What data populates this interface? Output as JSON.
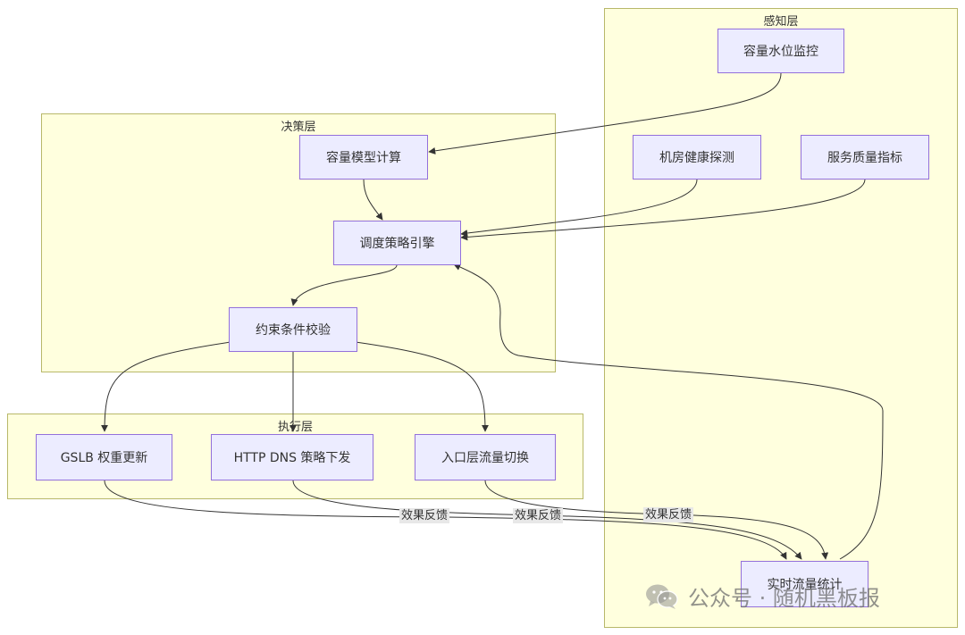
{
  "layers": {
    "perception": {
      "title": "感知层",
      "nodes": {
        "capacity_watermark": "容量水位监控",
        "datacenter_health": "机房健康探测",
        "service_quality": "服务质量指标",
        "realtime_traffic": "实时流量统计"
      }
    },
    "decision": {
      "title": "决策层",
      "nodes": {
        "capacity_model": "容量模型计算",
        "scheduling_engine": "调度策略引擎",
        "constraint_check": "约束条件校验"
      }
    },
    "execution": {
      "title": "执行层",
      "nodes": {
        "gslb_weight": "GSLB 权重更新",
        "httpdns_policy": "HTTP DNS 策略下发",
        "ingress_switch": "入口层流量切换"
      }
    }
  },
  "edge_labels": {
    "gslb_feedback": "效果反馈",
    "httpdns_feedback": "效果反馈",
    "ingress_feedback": "效果反馈"
  },
  "watermark": {
    "text": "公众号 · 随机黑板报",
    "icon": "wechat-icon"
  },
  "colors": {
    "cluster_fill": "#ffffde",
    "cluster_border": "#b8b86a",
    "node_fill": "#ececff",
    "node_border": "#9370db",
    "edge": "#333333"
  }
}
